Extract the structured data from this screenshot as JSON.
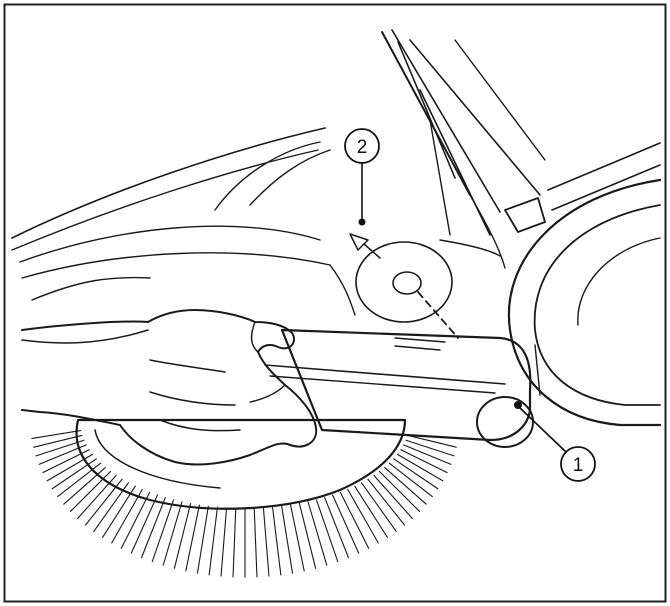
{
  "figure": {
    "callouts": [
      {
        "id": "1",
        "label": "1"
      },
      {
        "id": "2",
        "label": "2"
      }
    ],
    "colors": {
      "line": "#1a1a1a",
      "background": "#ffffff"
    }
  }
}
